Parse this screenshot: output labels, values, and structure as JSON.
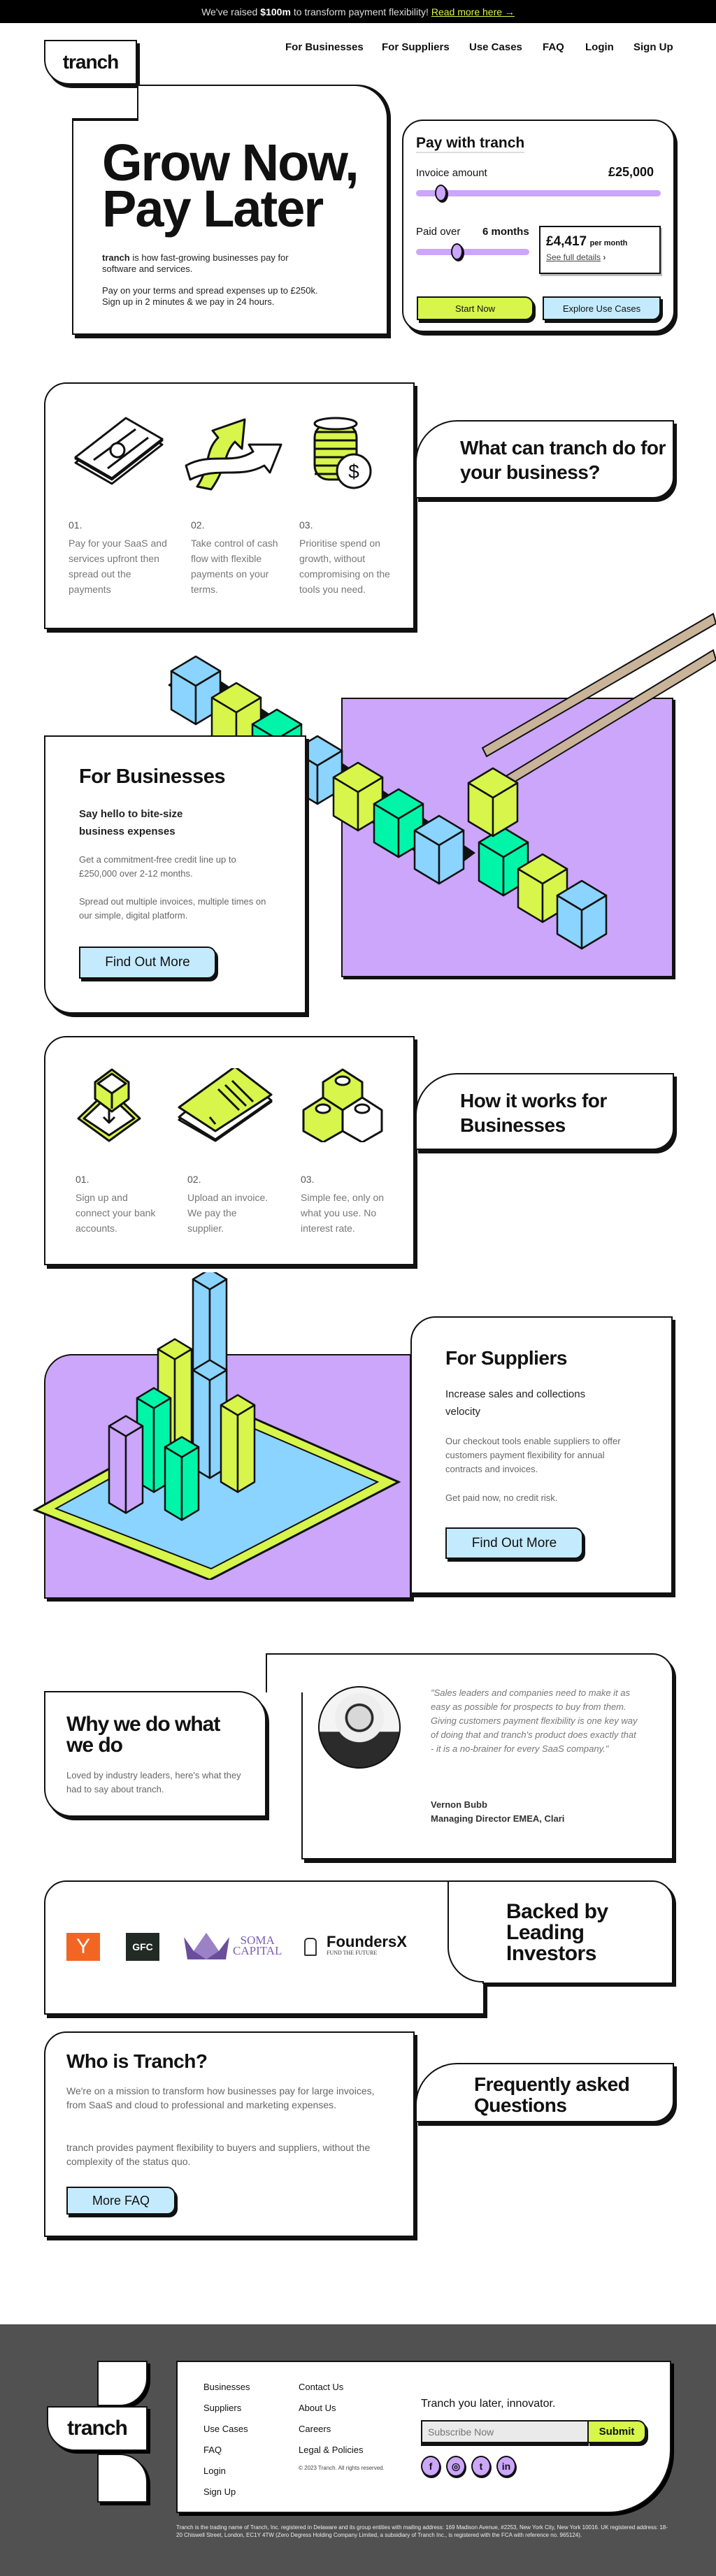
{
  "banner": {
    "text_pre": "We've raised",
    "amount": "$100m",
    "text_post": "to transform payment flexibility!",
    "link": "Read more here →"
  },
  "brand": {
    "logo": "tranch"
  },
  "nav": {
    "items": [
      "For Businesses",
      "For Suppliers",
      "Use Cases",
      "FAQ",
      "Login",
      "Sign Up"
    ]
  },
  "hero": {
    "title_line1": "Grow Now,",
    "title_line2": "Pay Later",
    "desc_brand": "tranch",
    "desc_rest": " is how fast-growing businesses pay for software and services.",
    "desc2": "Pay on your terms and spread expenses up to £250k. Sign up in 2 minutes & we pay in 24 hours."
  },
  "calculator": {
    "title": "Pay with tranch",
    "invoice_label": "Invoice amount",
    "invoice_value": "£25,000",
    "invoice_slider_pct": 10,
    "paid_over_label": "Paid over",
    "paid_over_value": "6 months",
    "paid_over_slider_pct": 36,
    "monthly_amount": "£4,417",
    "monthly_unit": "per month",
    "details_link": "See full details",
    "start_button": "Start Now",
    "explore_button": "Explore Use Cases"
  },
  "what": {
    "heading": "What can tranch do for your business?",
    "items": [
      {
        "num": "01.",
        "text": "Pay for your SaaS and services upfront then spread out the payments",
        "icon": "cash-stack-icon"
      },
      {
        "num": "02.",
        "text": "Take control of cash flow with flexible payments on your terms.",
        "icon": "split-arrows-icon"
      },
      {
        "num": "03.",
        "text": "Prioritise spend on growth, without compromising on the tools you need.",
        "icon": "coin-stack-icon"
      }
    ]
  },
  "businesses": {
    "title": "For Businesses",
    "subtitle": "Say hello to bite-size business expenses",
    "p1": "Get a commitment-free credit line up to £250,000 over 2-12 months.",
    "p2": "Spread out multiple invoices, multiple times on our simple, digital platform.",
    "button": "Find Out More"
  },
  "how": {
    "heading": "How it works for Businesses",
    "items": [
      {
        "num": "01.",
        "text": "Sign up and connect your bank accounts.",
        "icon": "bank-connect-icon"
      },
      {
        "num": "02.",
        "text": "Upload an invoice. We pay the supplier.",
        "icon": "invoice-stack-icon"
      },
      {
        "num": "03.",
        "text": "Simple fee, only on what you use. No interest rate.",
        "icon": "blocks-icon"
      }
    ]
  },
  "suppliers": {
    "title": "For Suppliers",
    "subtitle": "Increase sales and collections velocity",
    "p1": "Our checkout tools enable suppliers to offer customers payment flexibility for annual contracts and invoices.",
    "p2": "Get paid now, no credit risk.",
    "button": "Find Out More"
  },
  "why": {
    "title": "Why we do what we do",
    "desc": "Loved by industry leaders, here's what they had to say about tranch.",
    "quote": "\"Sales leaders and companies need to make it as easy as possible for prospects to buy from them. Giving customers payment flexibility is one key way of doing that and tranch's product does exactly that - it is a no-brainer for every SaaS company.\"",
    "name": "Vernon Bubb",
    "role": "Managing Director EMEA, Clari"
  },
  "investors": {
    "heading": "Backed by Leading Investors",
    "logos": {
      "yc": "Y",
      "gfc": "GFC",
      "soma1": "SOMA",
      "soma2": "CAPITAL",
      "fx": "FoundersX",
      "fx_tag": "FUND THE FUTURE"
    }
  },
  "who": {
    "title": "Who is Tranch?",
    "p1": "We're on a mission to transform how businesses pay for large invoices, from SaaS and cloud to professional and marketing expenses.",
    "p2": "tranch provides payment flexibility to buyers and suppliers, without the complexity of the status quo.",
    "button": "More FAQ"
  },
  "faq": {
    "heading": "Frequently asked Questions"
  },
  "footer": {
    "col1": [
      "Businesses",
      "Suppliers",
      "Use Cases",
      "FAQ",
      "Login",
      "Sign Up"
    ],
    "col2": [
      "Contact Us",
      "About Us",
      "Careers",
      "Legal & Policies"
    ],
    "copyright": "© 2023 Tranch. All rights reserved.",
    "tagline": "Tranch you later, innovator.",
    "subscribe_placeholder": "Subscribe Now",
    "submit": "Submit",
    "social": [
      "facebook-icon",
      "instagram-icon",
      "twitter-icon",
      "linkedin-icon"
    ],
    "legal": "Tranch is the trading name of Tranch, Inc. registered in Delaware and its group entities with mailing address: 169 Madison Avenue, #2253, New York City, New York 10016. UK registered address: 18-20 Chiswell Street, London, EC1Y 4TW (Zero Degress Holding Company Limited, a subsidiary of Tranch Inc., is registered with the FCA with reference no. 965124)."
  },
  "colors": {
    "lime": "#d7f54a",
    "purple": "#cba6fb",
    "cyan": "#c4ebfd",
    "green": "#00f5a8",
    "blue": "#8ad4ff",
    "footer_bg": "#505150"
  }
}
